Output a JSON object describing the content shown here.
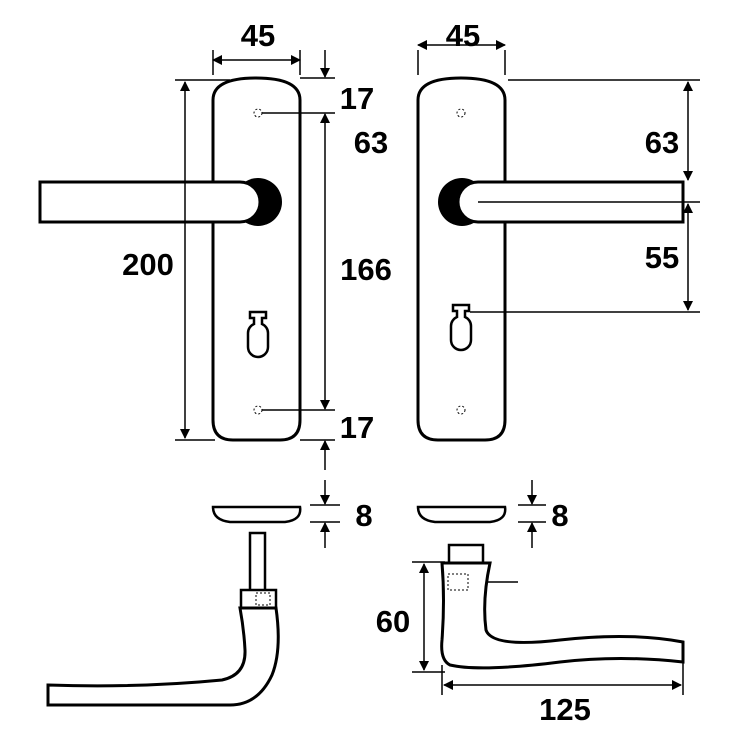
{
  "drawing": {
    "front_view": {
      "plate_width": "45",
      "total_height": "200",
      "top_screw_offset": "17",
      "screw_to_lever": "63",
      "screw_spacing": "166",
      "bottom_screw_offset": "17"
    },
    "back_view": {
      "plate_width": "45",
      "top_to_lever": "63",
      "lever_to_keyhole": "55"
    },
    "rosettes": {
      "left_thickness": "8",
      "right_thickness": "8"
    },
    "side_view": {
      "handle_height": "60",
      "handle_length": "125"
    }
  }
}
